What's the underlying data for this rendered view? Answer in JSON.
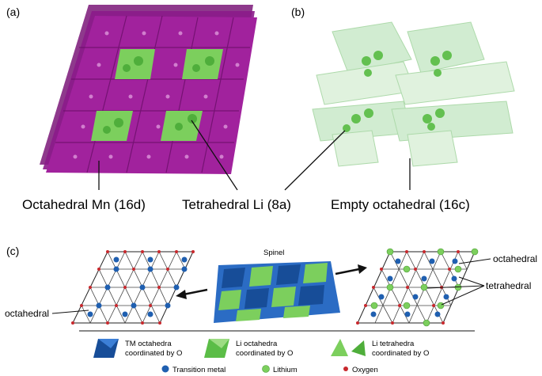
{
  "panels": {
    "a": {
      "tag": "(a)"
    },
    "b": {
      "tag": "(b)"
    },
    "c": {
      "tag": "(c)"
    }
  },
  "labels": {
    "octahedral_mn": "Octahedral Mn (16d)",
    "tetrahedral_li": "Tetrahedral Li (8a)",
    "empty_octahedral": "Empty octahedral (16c)",
    "spinel": "Spinel",
    "octahedral_left": "octahedral",
    "octahedral_right": "octahedral",
    "tetrahedral_right": "tetrahedral"
  },
  "legend": {
    "tm_octahedra_line1": "TM octahedra",
    "tm_octahedra_line2": "coordinated by O",
    "li_octahedra_line1": "Li octahedra",
    "li_octahedra_line2": "coordinated by O",
    "li_tetrahedra_line1": "Li tetrahedra",
    "li_tetrahedra_line2": "coordinated by O",
    "transition_metal": "Transition metal",
    "lithium": "Lithium",
    "oxygen": "Oxygen"
  },
  "colors": {
    "manganese_purple": "#a1229d",
    "lithium_green": "#7ccf5d",
    "transition_blue": "#1f5fb0",
    "oxygen_red": "#c8282d",
    "empty_green": "#cfeccf"
  }
}
